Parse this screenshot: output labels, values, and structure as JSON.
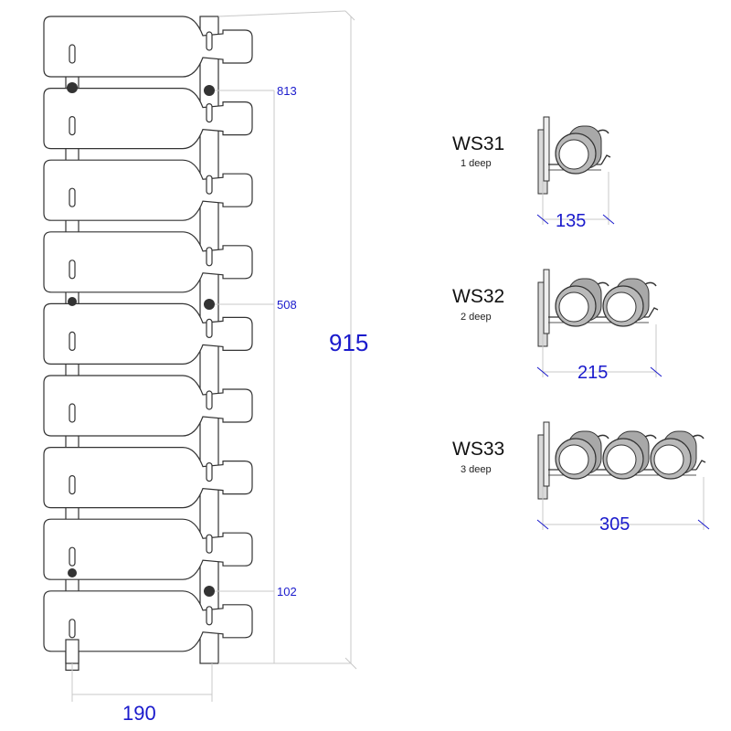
{
  "rack": {
    "height_label": "915",
    "width_label": "190",
    "mount_labels": [
      "813",
      "508",
      "102"
    ],
    "bottle_count": 9
  },
  "models": [
    {
      "name": "WS31",
      "depth_text": "1 deep",
      "width_label": "135",
      "bottles": 1
    },
    {
      "name": "WS32",
      "depth_text": "2 deep",
      "width_label": "215",
      "bottles": 2
    },
    {
      "name": "WS33",
      "depth_text": "3 deep",
      "width_label": "305",
      "bottles": 3
    }
  ],
  "colors": {
    "dimension_text": "#1a1acc",
    "outline": "#333333",
    "bottle_fill": "#b9b9b9"
  }
}
